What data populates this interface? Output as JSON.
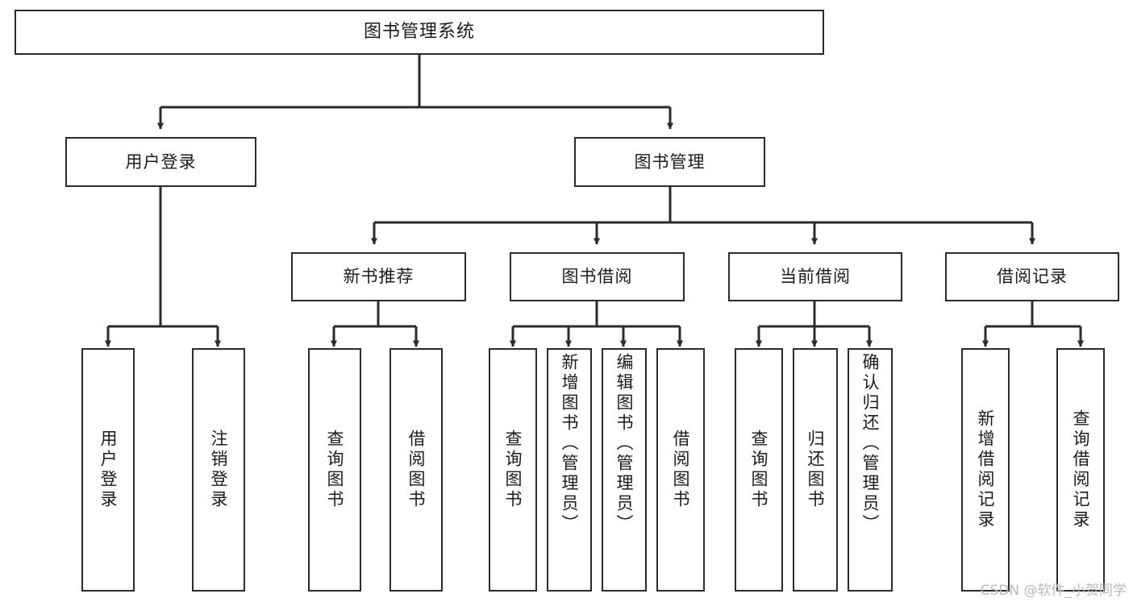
{
  "diagram": {
    "title": "图书管理系统",
    "watermark": "CSDN @软件_小贺同学",
    "colors": {
      "stroke": "#2b2b2b",
      "fill": "#ffffff",
      "text": "#1b1b1b",
      "watermark": "#b9b9b9"
    }
  },
  "nodes": {
    "root": {
      "label": "图书管理系统"
    },
    "level2": [
      {
        "label": "用户登录"
      },
      {
        "label": "图书管理"
      }
    ],
    "level3": [
      {
        "label": "新书推荐"
      },
      {
        "label": "图书借阅"
      },
      {
        "label": "当前借阅"
      },
      {
        "label": "借阅记录"
      }
    ],
    "leaves": {
      "user_login": [
        {
          "label": "用户登录"
        },
        {
          "label": "注销登录"
        }
      ],
      "new_book_recommend": [
        {
          "label": "查询图书"
        },
        {
          "label": "借阅图书"
        }
      ],
      "book_borrow": [
        {
          "label": "查询图书"
        },
        {
          "label": "新增图书（管理员）"
        },
        {
          "label": "编辑图书（管理员）"
        },
        {
          "label": "借阅图书"
        }
      ],
      "current_borrow": [
        {
          "label": "查询图书"
        },
        {
          "label": "归还图书"
        },
        {
          "label": "确认归还（管理员）"
        }
      ],
      "borrow_record": [
        {
          "label": "新增借阅记录"
        },
        {
          "label": "查询借阅记录"
        }
      ]
    }
  }
}
